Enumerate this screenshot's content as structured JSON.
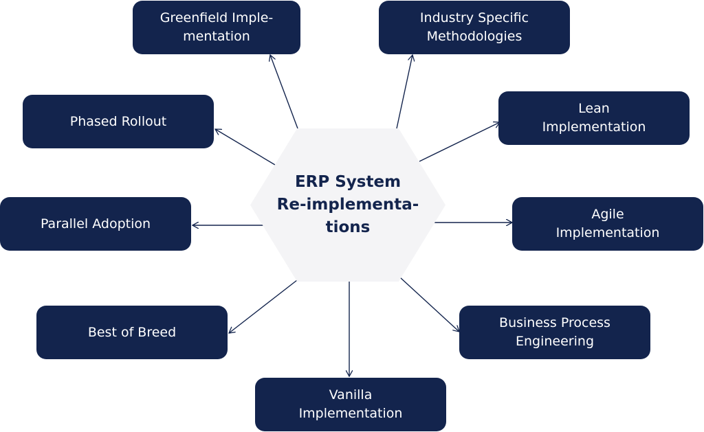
{
  "center": {
    "title": "ERP System\nRe-implementa-\ntions"
  },
  "nodes": [
    {
      "label": "Greenfield Imple-\nmentation"
    },
    {
      "label": "Industry Specific\nMethodologies"
    },
    {
      "label": "Phased Rollout"
    },
    {
      "label": "Lean\nImplementation"
    },
    {
      "label": "Parallel Adoption"
    },
    {
      "label": "Agile\nImplementation"
    },
    {
      "label": "Best of Breed"
    },
    {
      "label": "Business Process\nEngineering"
    },
    {
      "label": "Vanilla\nImplementation"
    }
  ],
  "colors": {
    "node": "#13244d",
    "center": "#f4f4f6",
    "line": "#13244d"
  }
}
